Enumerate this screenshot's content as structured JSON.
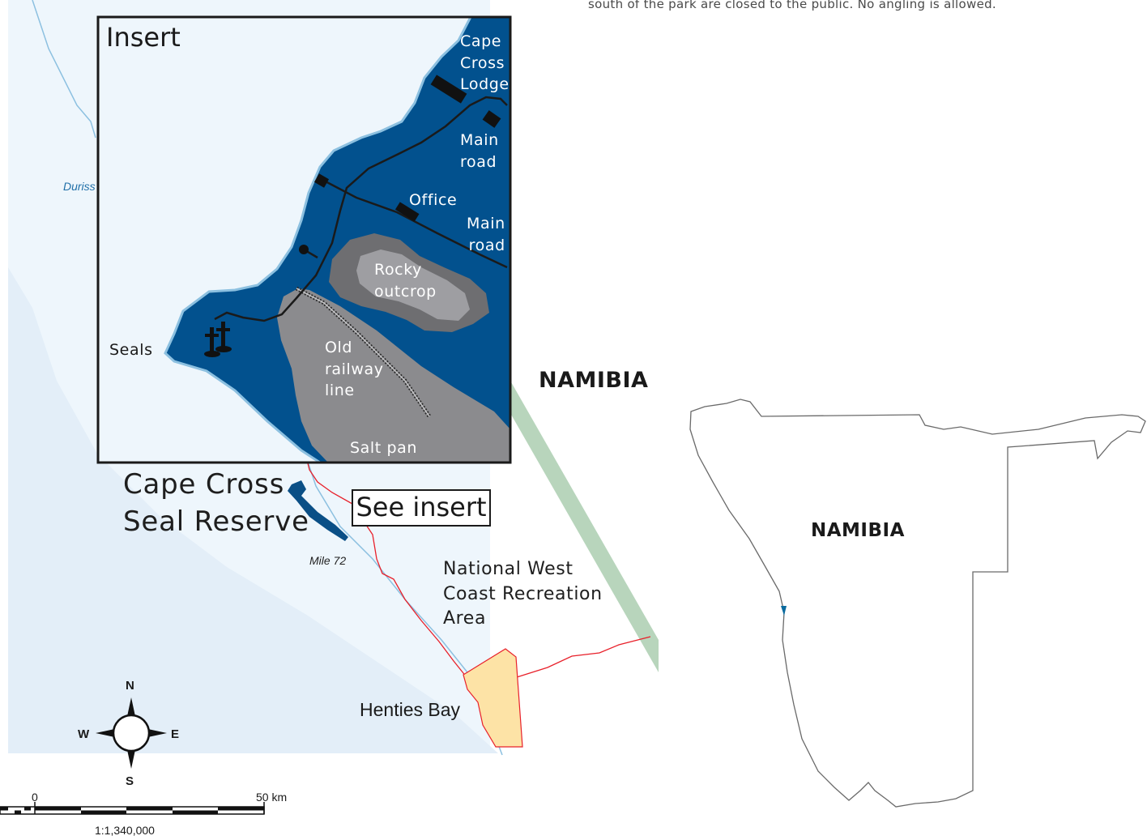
{
  "notes": {
    "top_text": "south of the park are closed to the public. No angling is allowed."
  },
  "insert": {
    "title": "Insert",
    "labels": {
      "cape_cross_lodge": [
        "Cape",
        "Cross",
        "Lodge"
      ],
      "main_road_1": [
        "Main",
        "road"
      ],
      "office": "Office",
      "main_road_2": [
        "Main",
        "road"
      ],
      "rocky_outcrop": [
        "Rocky",
        "outcrop"
      ],
      "seals": "Seals",
      "old_railway_line": [
        "Old",
        "railway",
        "line"
      ],
      "salt_pan": "Salt pan"
    }
  },
  "main_map": {
    "reserve_name": [
      "Cape Cross",
      "Seal Reserve"
    ],
    "see_insert": "See insert",
    "recreation_area": [
      "National West",
      "Coast Recreation",
      "Area"
    ],
    "town": "Henties Bay",
    "mile_marker": "Mile 72",
    "duriss": "Duriss",
    "country": "NAMIBIA"
  },
  "locator_map": {
    "country": "NAMIBIA"
  },
  "compass": {
    "n": "N",
    "s": "S",
    "e": "E",
    "w": "W"
  },
  "scale_bar": {
    "start": "0",
    "end": "50 km",
    "ratio": "1:1,340,000"
  },
  "colors": {
    "ocean_inset": "#02518e",
    "coast_line": "#8cc0e0",
    "land_pale": "#eef6fc",
    "land_shelf": "#e3eef8",
    "rocky_dark": "#6e6e71",
    "rocky_light": "#9e9ea2",
    "salt_pan": "#8b8b8e",
    "reserve_blue": "#0a4f86",
    "town_fill": "#fde3a6",
    "road_red": "#e8202a",
    "extension_green": "#b8d5bc"
  }
}
